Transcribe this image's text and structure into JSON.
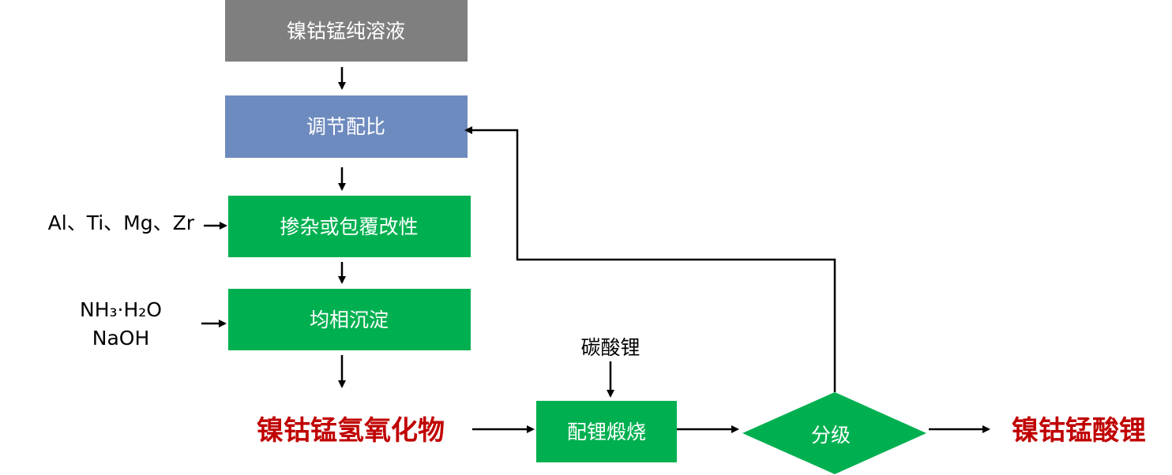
{
  "colors": {
    "gray": "#7f7f7f",
    "blue": "#6e8bbf",
    "green": "#00b050",
    "red": "#c00000"
  },
  "steps": {
    "pure_solution": "镍钴锰纯溶液",
    "adjust_ratio": "调节配比",
    "doping_coating": "掺杂或包覆改性",
    "homogeneous_precipitation": "均相沉淀",
    "hydroxide": "镍钴锰氢氧化物",
    "lithiation_calcination": "配锂煅烧",
    "classification": "分级",
    "product": "镍钴锰酸锂"
  },
  "inputs": {
    "dopants": "Al、Ti、Mg、Zr",
    "precipitant_1": "NH₃·H₂O",
    "precipitant_2": "NaOH",
    "lithium_source": "碳酸锂"
  }
}
